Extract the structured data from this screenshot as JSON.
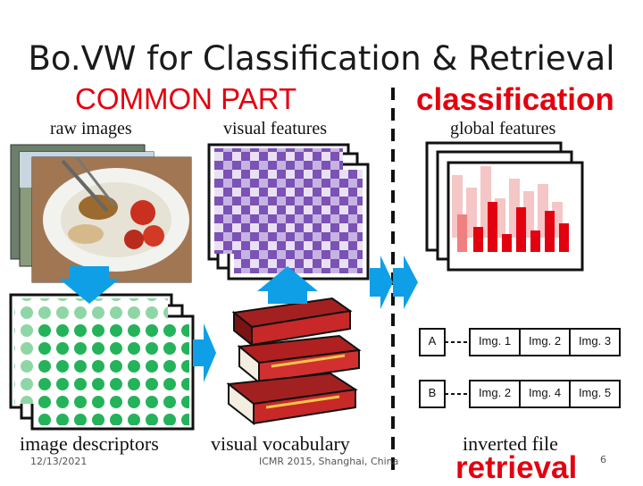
{
  "slide": {
    "title": "Bo.VW for Classification & Retrieval",
    "section_common": "COMMON PART",
    "section_classification": "classification",
    "section_retrieval": "retrieval",
    "labels": {
      "raw_images": "raw images",
      "visual_features": "visual features",
      "global_features": "global features",
      "image_descriptors": "image descriptors",
      "visual_vocabulary": "visual vocabulary",
      "inverted_file": "inverted file"
    },
    "inverted_file": {
      "rows": [
        {
          "key": "A",
          "images": [
            "Img. 1",
            "Img. 2",
            "Img. 3"
          ]
        },
        {
          "key": "B",
          "images": [
            "Img. 2",
            "Img. 4",
            "Img. 5"
          ]
        }
      ]
    },
    "footer": {
      "date": "12/13/2021",
      "venue": "ICMR 2015, Shanghai, China",
      "page": "6"
    }
  },
  "colors": {
    "accent_red": "#e3000f",
    "arrow_blue": "#0f9fe6",
    "feature_purple": "#7b52b5",
    "descriptor_green": "#24b35a"
  }
}
